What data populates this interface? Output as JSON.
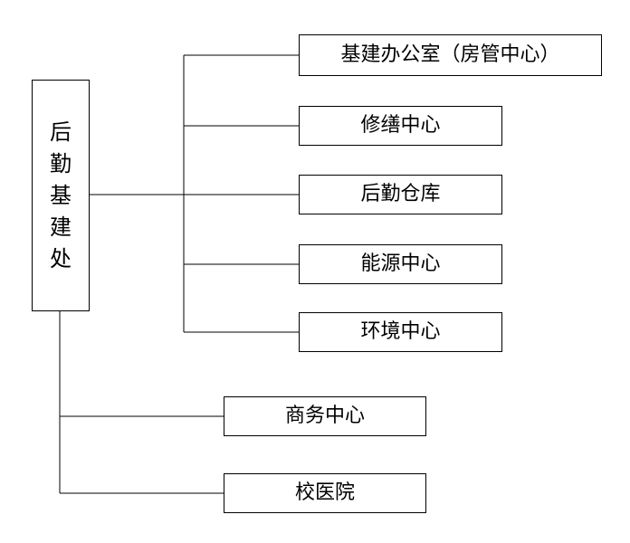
{
  "root": {
    "label_chars": [
      "后",
      "勤",
      "基",
      "建",
      "处"
    ]
  },
  "branches": [
    {
      "label": "基建办公室（房管中心）"
    },
    {
      "label": "修缮中心"
    },
    {
      "label": "后勤仓库"
    },
    {
      "label": "能源中心"
    },
    {
      "label": "环境中心"
    },
    {
      "label": "商务中心"
    },
    {
      "label": "校医院"
    }
  ]
}
